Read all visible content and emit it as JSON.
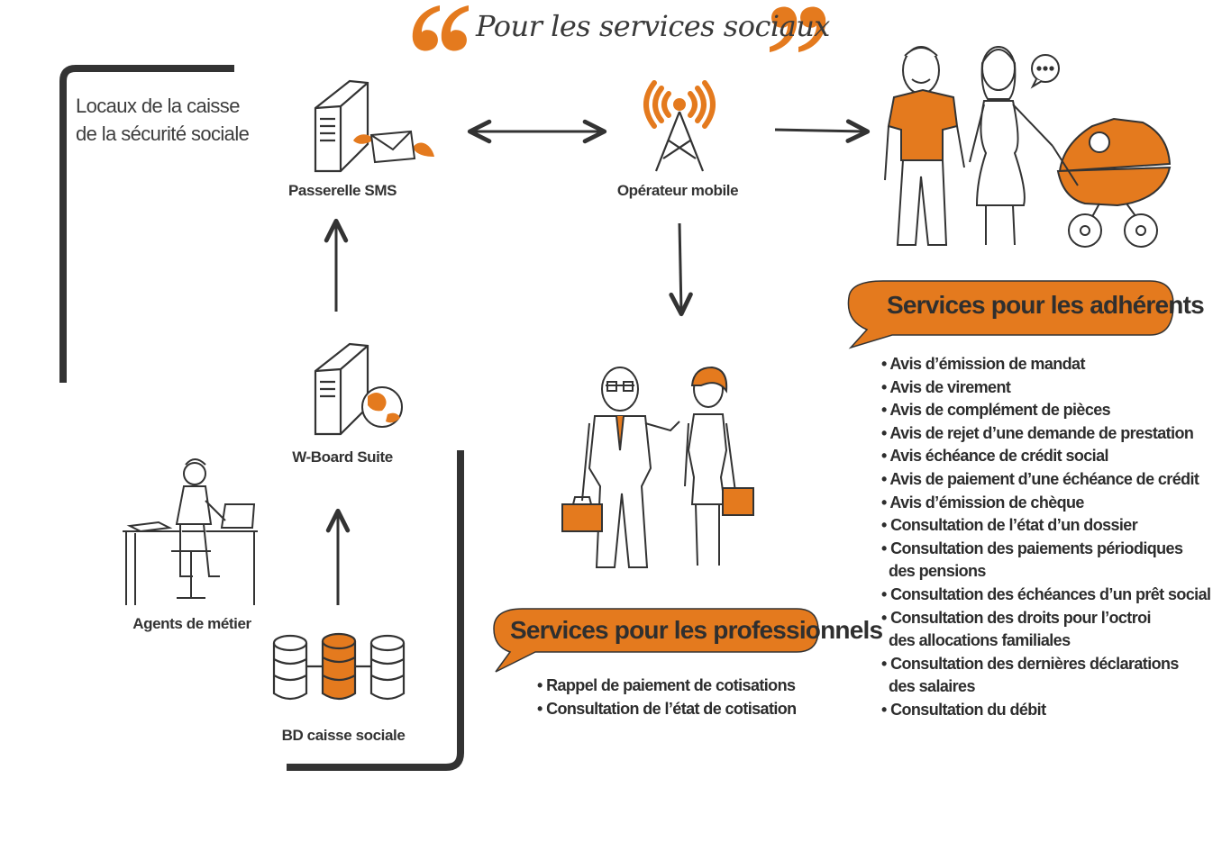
{
  "header": {
    "title": "Pour les services sociaux"
  },
  "caisse": {
    "line1": "Locaux de la caisse",
    "line2": "de la sécurité sociale"
  },
  "nodes": {
    "sms_gateway": "Passerelle SMS",
    "mobile_operator": "Opérateur mobile",
    "wboard": "W-Board Suite",
    "agents": "Agents de métier",
    "database": "BD caisse sociale"
  },
  "professionals": {
    "title": "Services pour les professionnels",
    "items": [
      "• Rappel de paiement de cotisations",
      "• Consultation de l’état de cotisation"
    ]
  },
  "members": {
    "title": "Services pour les adhérents",
    "items": [
      {
        "text": "• Avis d’émission de mandat"
      },
      {
        "text": "• Avis de virement"
      },
      {
        "text": "• Avis de complément de pièces"
      },
      {
        "text": "• Avis de rejet d’une demande de prestation"
      },
      {
        "text": "• Avis  échéance de crédit social"
      },
      {
        "text": "• Avis de paiement d’une échéance de crédit"
      },
      {
        "text": "• Avis d’émission de chèque"
      },
      {
        "text": "• Consultation de l’état d’un dossier"
      },
      {
        "text": "• Consultation des paiements périodiques",
        "cont": "des pensions"
      },
      {
        "text": "• Consultation des échéances d’un prêt social"
      },
      {
        "text": "• Consultation des droits pour l’octroi",
        "cont": "des allocations familiales"
      },
      {
        "text": "• Consultation des dernières déclarations",
        "cont": "des salaires"
      },
      {
        "text": "• Consultation du débit"
      }
    ]
  },
  "colors": {
    "accent": "#e47a1e",
    "line": "#333333"
  },
  "icons": [
    "quote-open-icon",
    "quote-close-icon",
    "server-icon",
    "envelope-icon",
    "antenna-icon",
    "globe-icon",
    "database-icon",
    "family-illustration",
    "professionals-illustration",
    "agent-illustration",
    "chat-icon"
  ]
}
